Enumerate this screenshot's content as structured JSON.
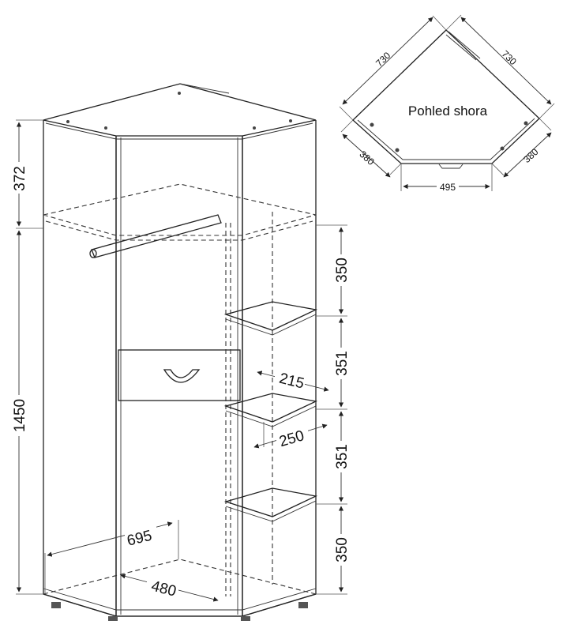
{
  "plan_view": {
    "title": "Pohled shora",
    "dims": {
      "side_left": "730",
      "side_right": "730",
      "short_left": "380",
      "short_right": "380",
      "front": "495"
    }
  },
  "front_view": {
    "dims": {
      "top_section": "372",
      "main_height": "1450",
      "shelf_1": "350",
      "shelf_2": "351",
      "shelf_3": "351",
      "shelf_4": "350",
      "shelf_depth_215": "215",
      "shelf_depth_250": "250",
      "depth_695": "695",
      "depth_480": "480"
    }
  }
}
